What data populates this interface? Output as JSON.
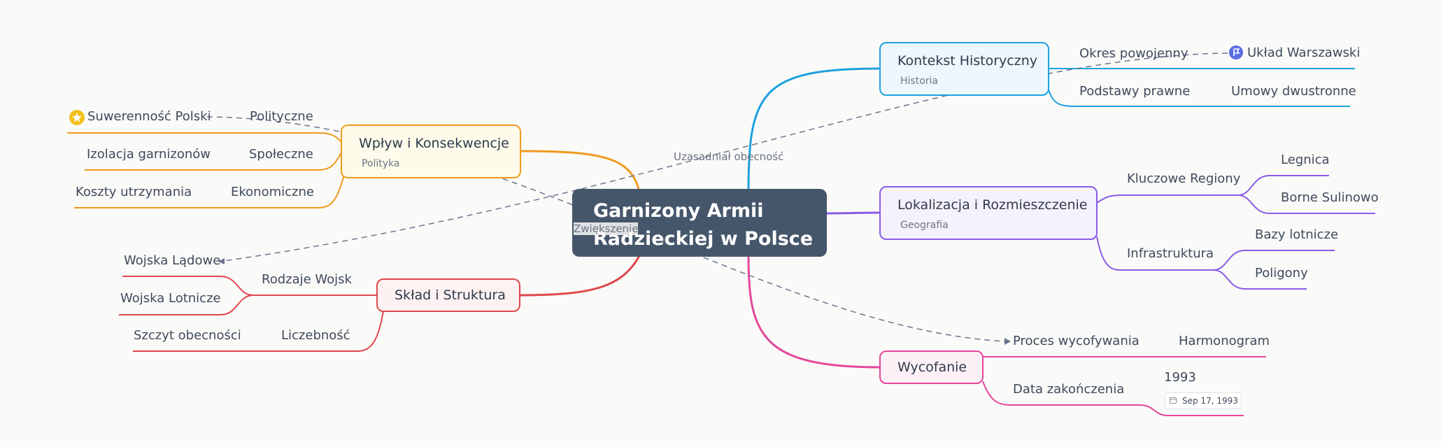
{
  "root": {
    "title": "Garnizony Armii Radzieckiej w Polsce"
  },
  "branches": {
    "kontekst": {
      "title": "Kontekst Historyczny",
      "tag": "Historia",
      "okres": "Okres powojenny",
      "uklad": "Układ Warszawski",
      "podstawy": "Podstawy prawne",
      "umowy": "Umowy dwustronne"
    },
    "lokalizacja": {
      "title": "Lokalizacja i Rozmieszczenie",
      "tag": "Geografia",
      "regiony": "Kluczowe Regiony",
      "legnica": "Legnica",
      "borne": "Borne Sulinowo",
      "infra": "Infrastruktura",
      "bazy": "Bazy lotnicze",
      "poligony": "Poligony"
    },
    "wycofanie": {
      "title": "Wycofanie",
      "proces": "Proces wycofywania",
      "harmonogram": "Harmonogram",
      "data": "Data zakończenia",
      "rok": "1993",
      "date_chip": "Sep 17, 1993"
    },
    "sklad": {
      "title": "Skład i Struktura",
      "rodzaje": "Rodzaje Wojsk",
      "ladowe": "Wojska Lądowe",
      "lotnicze": "Wojska Lotnicze",
      "liczebnosc": "Liczebność",
      "szczyt": "Szczyt obecności"
    },
    "wplyw": {
      "title": "Wpływ i Konsekwencje",
      "tag": "Polityka",
      "polityczne": "Polityczne",
      "suwerennosc": "Suwerenność Polski",
      "spoleczne": "Społeczne",
      "izolacja": "Izolacja garnizonów",
      "ekonomiczne": "Ekonomiczne",
      "koszty": "Koszty utrzymania"
    }
  },
  "cross_links": {
    "uzasadnial": "Uzasadniał obecność",
    "zwiekszenie": "Zwiększenie"
  },
  "colors": {
    "blue": "#1da1e0",
    "purple": "#8a5ce6",
    "pink": "#e5479a",
    "red": "#e0474c",
    "orange": "#ef9a1f",
    "root": "#46566a",
    "dash": "#6b7590"
  },
  "icons": {
    "flag": "flag-icon",
    "star": "star-icon",
    "calendar": "calendar-icon"
  }
}
